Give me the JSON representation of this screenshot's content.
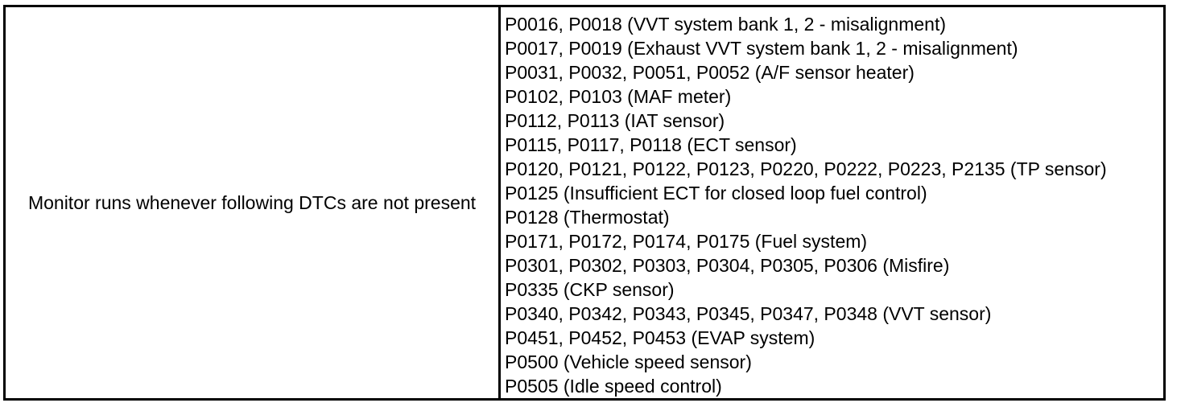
{
  "table": {
    "condition_label": "Monitor runs whenever following DTCs are not present",
    "dtc_lines": [
      "P0016, P0018 (VVT system bank 1, 2 - misalignment)",
      "P0017, P0019 (Exhaust VVT system bank 1, 2 - misalignment)",
      "P0031, P0032, P0051, P0052 (A/F sensor heater)",
      "P0102, P0103 (MAF meter)",
      "P0112, P0113 (IAT sensor)",
      "P0115, P0117, P0118 (ECT sensor)",
      "P0120, P0121, P0122, P0123, P0220, P0222, P0223, P2135 (TP sensor)",
      "P0125 (Insufficient ECT for closed loop fuel control)",
      "P0128 (Thermostat)",
      "P0171, P0172, P0174, P0175 (Fuel system)",
      "P0301, P0302, P0303, P0304, P0305, P0306 (Misfire)",
      "P0335 (CKP sensor)",
      "P0340, P0342, P0343, P0345, P0347, P0348 (VVT sensor)",
      "P0451, P0452, P0453 (EVAP system)",
      "P0500 (Vehicle speed sensor)",
      "P0505 (Idle speed control)"
    ]
  }
}
